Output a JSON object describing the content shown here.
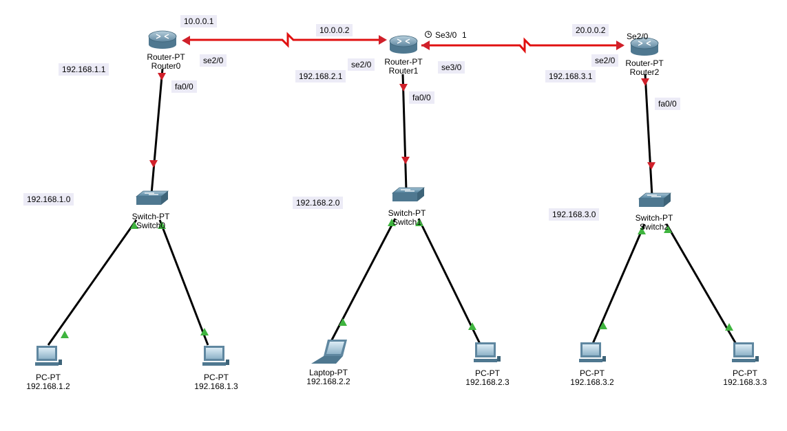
{
  "routers": [
    {
      "type": "Router-PT",
      "name": "Router0",
      "ip_label": "192.168.1.1"
    },
    {
      "type": "Router-PT",
      "name": "Router1",
      "ip_label": "192.168.2.1"
    },
    {
      "type": "Router-PT",
      "name": "Router2",
      "ip_label": "192.168.3.1"
    }
  ],
  "switches": [
    {
      "type": "Switch-PT",
      "name": "Switch0",
      "net_label": "192.168.1.0"
    },
    {
      "type": "Switch-PT",
      "name": "Switch1",
      "net_label": "192.168.2.0"
    },
    {
      "type": "Switch-PT",
      "name": "Switch2",
      "net_label": "192.168.3.0"
    }
  ],
  "hosts": [
    {
      "type": "PC-PT",
      "ip": "192.168.1.2",
      "icon": "pc-icon"
    },
    {
      "type": "PC-PT",
      "ip": "192.168.1.3",
      "icon": "pc-icon"
    },
    {
      "type": "Laptop-PT",
      "ip": "192.168.2.2",
      "icon": "laptop-icon"
    },
    {
      "type": "PC-PT",
      "ip": "192.168.2.3",
      "icon": "pc-icon"
    },
    {
      "type": "PC-PT",
      "ip": "192.168.3.2",
      "icon": "pc-icon"
    },
    {
      "type": "PC-PT",
      "ip": "192.168.3.3",
      "icon": "pc-icon"
    }
  ],
  "link_labels": {
    "serial_ip_1": "10.0.0.1",
    "serial_ip_2": "10.0.0.2",
    "serial_ip_3": "20.0.0.2",
    "r0_se": "se2/0",
    "r0_fa": "fa0/0",
    "r1_se2": "se2/0",
    "r1_se3": "se3/0",
    "r1_fa": "fa0/0",
    "r1_clock": "Se3/0",
    "r1_clock_num": "1",
    "r2_se_top": "Se2/0",
    "r2_se": "se2/0",
    "r2_fa": "fa0/0"
  },
  "colors": {
    "serial_link": "#e01010",
    "ethernet_link": "#000000",
    "link_down": "#d0202a",
    "link_up": "#3fb43f",
    "tag_bg": "#ecebf6"
  }
}
